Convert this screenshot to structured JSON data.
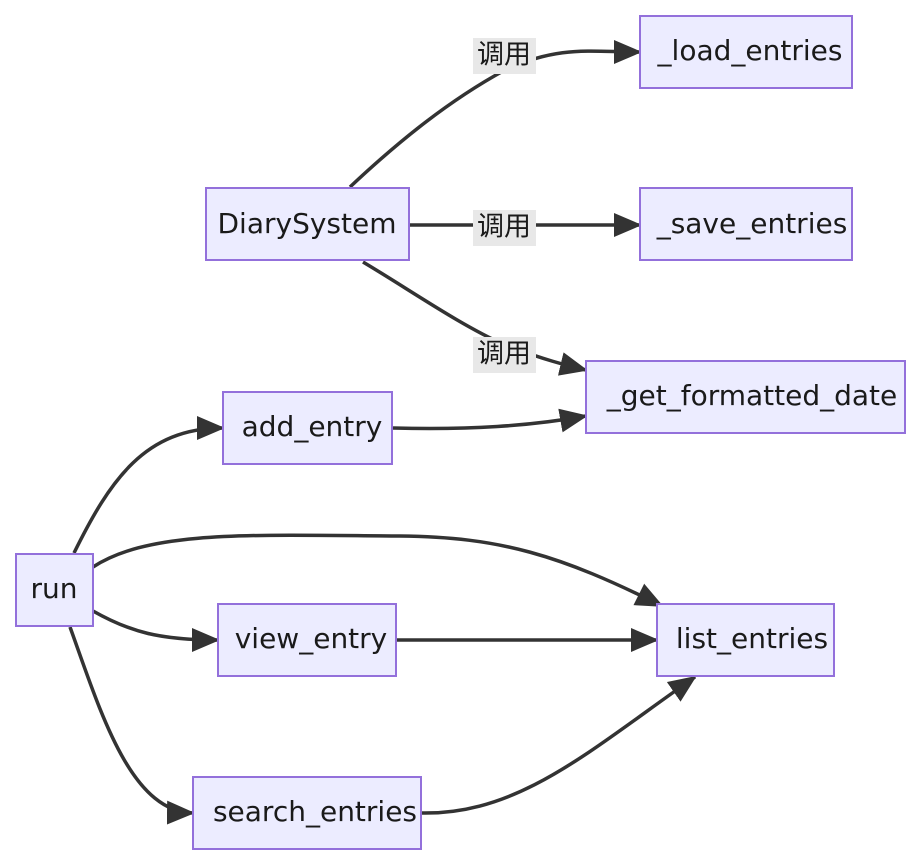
{
  "nodes": {
    "load_entries": "_load_entries",
    "diary_system": "DiarySystem",
    "save_entries": "_save_entries",
    "get_formatted_date": "_get_formatted_date",
    "add_entry": "add_entry",
    "run": "run",
    "view_entry": "view_entry",
    "list_entries": "list_entries",
    "search_entries": "search_entries"
  },
  "edge_labels": {
    "to_load": "调用",
    "to_save": "调用",
    "to_date": "调用"
  },
  "colors": {
    "node_fill": "#ECECFF",
    "node_stroke": "#9370DB",
    "edge": "#333333",
    "label_bg": "#e8e8e8"
  }
}
